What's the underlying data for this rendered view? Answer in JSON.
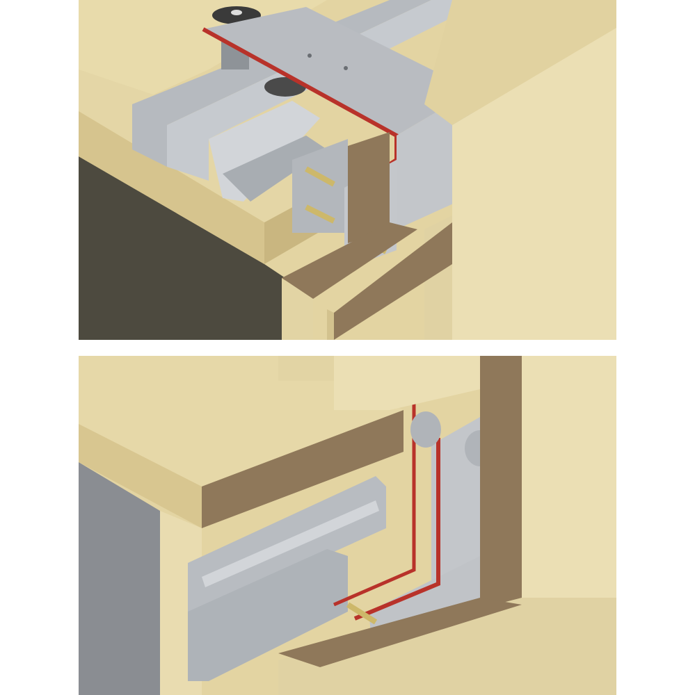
{
  "figure": {
    "panels": [
      {
        "id": "top",
        "subject": "sliding-door-top-track-fitting"
      },
      {
        "id": "bottom",
        "subject": "sliding-door-bottom-track-fitting"
      }
    ],
    "colors": {
      "wood": "#e6d8a8",
      "wood_shade": "#d4c38e",
      "mdf_edge": "#8f785a",
      "aluminium": "#b8bcc1",
      "aluminium_dark": "#8e9398",
      "gasket_red": "#b8322a",
      "background_dark": "#4d4a3f",
      "background_grey": "#8a8d92",
      "screw": "#cdb86a"
    }
  }
}
